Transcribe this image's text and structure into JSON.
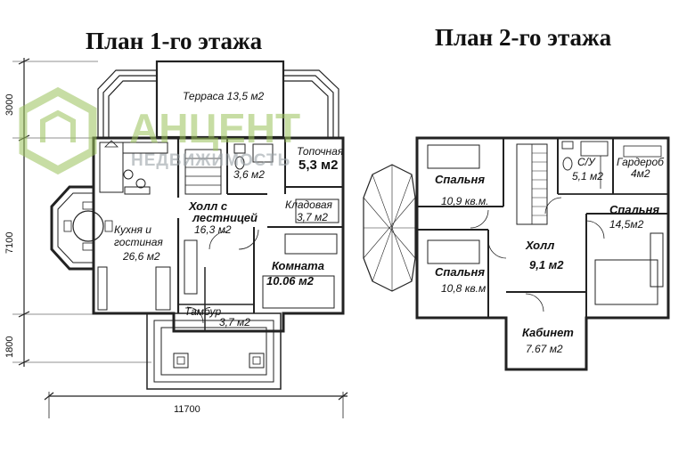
{
  "plan1": {
    "title": "План 1-го этажа",
    "rooms": {
      "terrace": "Терраса 13,5  м2",
      "furnace_name": "Топочная",
      "furnace_area": "5,3 м2",
      "wc_area": "3,6 м2",
      "hall_line1": "Холл с",
      "hall_line2": "лестницей",
      "hall_area": "16,3 м2",
      "pantry_name": "Кладовая",
      "pantry_area": "3,7 м2",
      "kitchen_line1": "Кухня и",
      "kitchen_line2": "гостиная",
      "kitchen_area": "26,6 м2",
      "room_name": "Комната",
      "room_area": "10.06 м2",
      "vestibule_name": "Тамбур",
      "vestibule_area": "3,7 м2"
    },
    "dimensions": {
      "top": "3000",
      "middle": "7100",
      "bottom": "1800",
      "width": "11700"
    }
  },
  "plan2": {
    "title": "План 2-го этажа",
    "rooms": {
      "bedroom1_name": "Спальня",
      "bedroom1_area": "10,9 кв.м.",
      "bath_name": "С/У",
      "bath_area": "5,1 м2",
      "wardrobe_name": "Гардероб",
      "wardrobe_area": "4м2",
      "bedroom3_name": "Спальня",
      "bedroom3_area": "14,5м2",
      "hall_name": "Холл",
      "hall_area": "9,1  м2",
      "bedroom2_name": "Спальня",
      "bedroom2_area": "10,8 кв.м",
      "study_name": "Кабинет",
      "study_area": "7.67 м2"
    }
  },
  "watermark": {
    "brand": "АНЦЕНТ",
    "sub": "НЕДВИЖИМОСТЬ",
    "color": "#9ac25a"
  }
}
